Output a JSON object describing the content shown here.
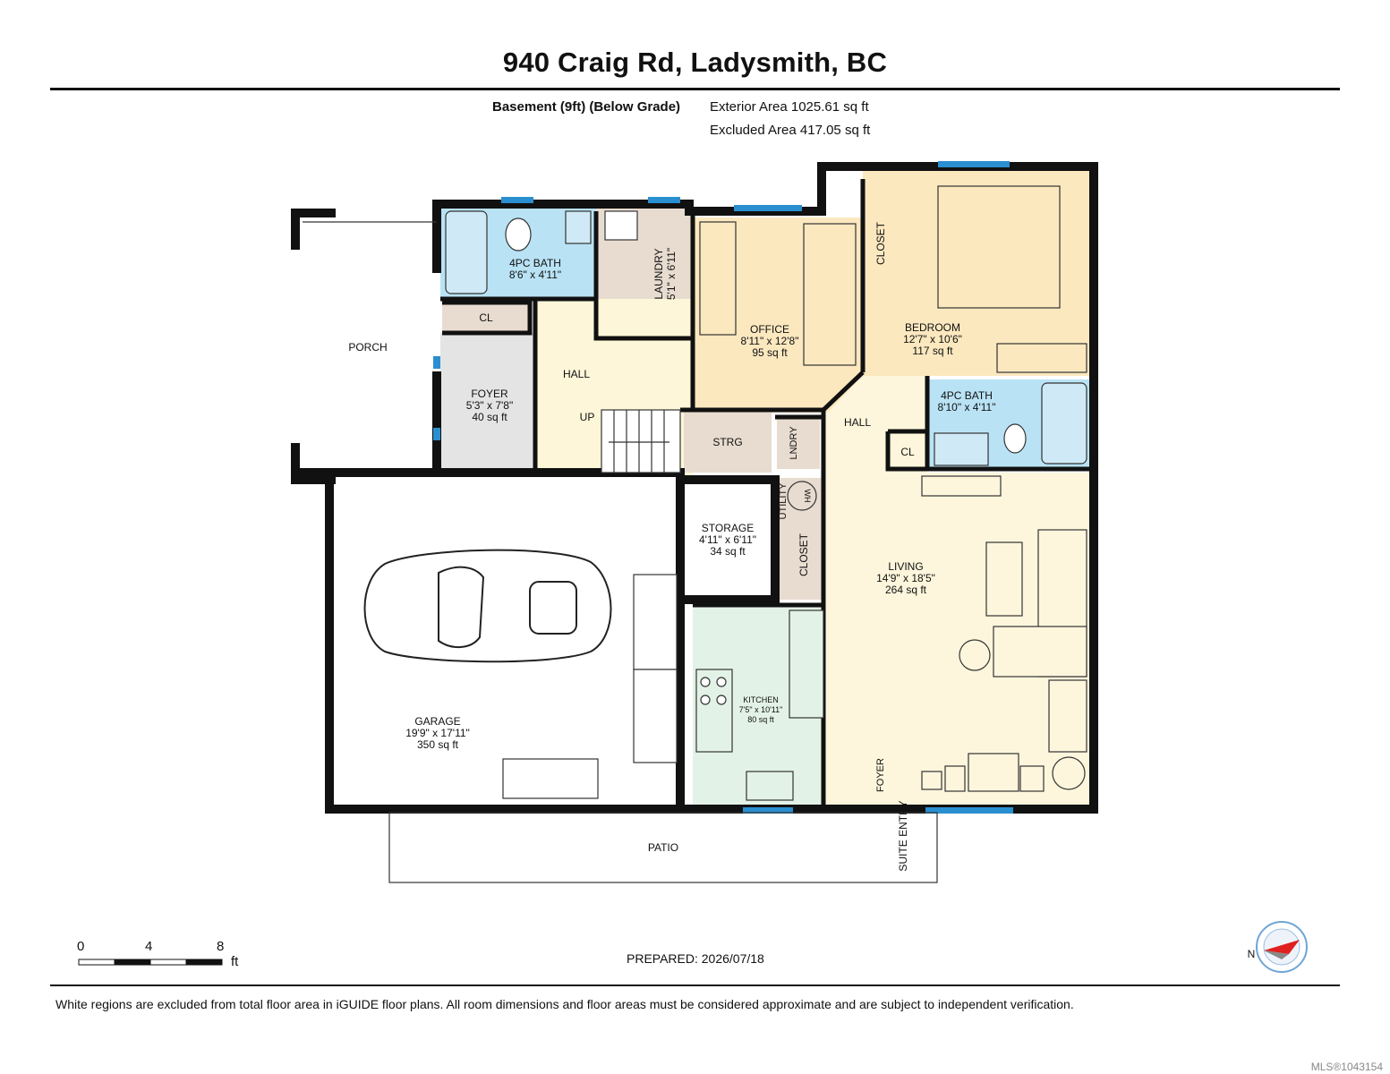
{
  "header": {
    "title": "940 Craig Rd, Ladysmith, BC",
    "level_label": "Basement (9ft) (Below Grade)",
    "exterior_area": "Exterior Area 1025.61 sq ft",
    "excluded_area": "Excluded Area 417.05 sq ft"
  },
  "rooms": {
    "porch": "PORCH",
    "bath1_name": "4PC BATH",
    "bath1_dim": "8'6\" x 4'11\"",
    "laundry_name": "LAUNDRY",
    "laundry_dim": "5'1\" x 6'11\"",
    "office_name": "OFFICE",
    "office_dim": "8'11\" x 12'8\"",
    "office_area": "95 sq ft",
    "closet1": "CLOSET",
    "bedroom_name": "BEDROOM",
    "bedroom_dim": "12'7\" x 10'6\"",
    "bedroom_area": "117 sq ft",
    "cl1": "CL",
    "hall1": "HALL",
    "foyer_name": "FOYER",
    "foyer_dim": "5'3\" x 7'8\"",
    "foyer_area": "40 sq ft",
    "up": "UP",
    "strg": "STRG",
    "lndry": "LNDRY",
    "hall2": "HALL",
    "bath2_name": "4PC BATH",
    "bath2_dim": "8'10\" x 4'11\"",
    "cl2": "CL",
    "utility": "UTILITY",
    "wh": "WH",
    "storage_name": "STORAGE",
    "storage_dim": "4'11\" x 6'11\"",
    "storage_area": "34 sq ft",
    "closet2": "CLOSET",
    "living_name": "LIVING",
    "living_dim": "14'9\" x 18'5\"",
    "living_area": "264 sq ft",
    "garage_name": "GARAGE",
    "garage_dim": "19'9\" x 17'11\"",
    "garage_area": "350 sq ft",
    "kitchen_name": "KITCHEN",
    "kitchen_dim": "7'5\" x 10'11\"",
    "kitchen_area": "80 sq ft",
    "foyer2": "FOYER",
    "patio": "PATIO",
    "suite_entry": "SUITE ENTRY"
  },
  "scale": {
    "labels": [
      "0",
      "4",
      "8"
    ],
    "unit": "ft"
  },
  "compass": {
    "label": "N"
  },
  "footer": {
    "prepared": "PREPARED: 2026/07/18",
    "disclaimer": "White regions are excluded from total floor area in iGUIDE floor plans. All room dimensions and floor areas must be considered approximate and are subject to independent verification.",
    "mls": "MLS®1043154"
  },
  "colors": {
    "bath": "#b9e3f5",
    "utility_room": "#e8dcd0",
    "office_bedroom": "#fbe8bf",
    "hall": "#fdf6d8",
    "foyer": "#e4e4e4",
    "living": "#fdf6dc",
    "kitchen": "#e3f2e7",
    "window": "#2a8fd0",
    "wall": "#111111"
  }
}
